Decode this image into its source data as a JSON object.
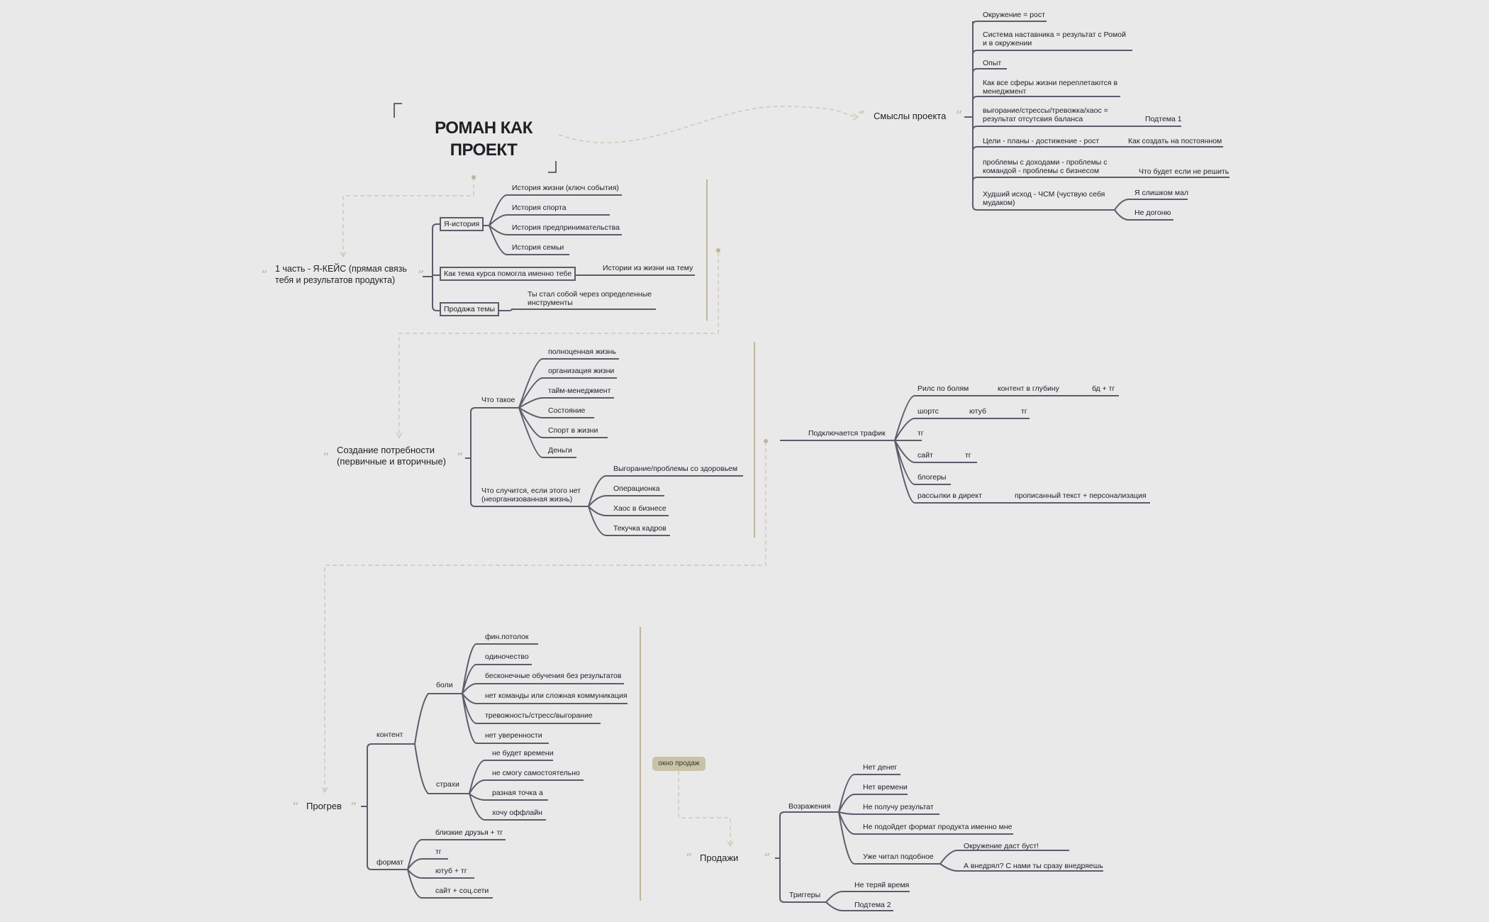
{
  "colors": {
    "background": "#e9e9ea",
    "line": "#5d5c6a",
    "accent_dashed": "#cfcab4",
    "quote": "#bdb69b",
    "pill": "#c9c2a6"
  },
  "title": {
    "line1": "РОМАН КАК",
    "line2": "ПРОЕКТ"
  },
  "meanings": {
    "label": "Смыслы проекта",
    "items": [
      "Окружение = рост",
      "Система наставника = результат с Ромой и в окружении",
      "Опыт",
      "Как все сферы жизни переплетаются в менеджмент",
      "выгорание/стрессы/тревожка/хаос = результат отсутсвия баланса",
      "Цели - планы - достижение - рост",
      "проблемы с доходами - проблемы с командой - проблемы с бизнесом",
      "Худший исход - ЧСМ (чуствую себя мудаком)"
    ],
    "sub1": "Подтема 1",
    "sub2": "Как создать на постоянном",
    "sub3": "Что будет если не решить",
    "sub4a": "Я слишком мал",
    "sub4b": "Не догоню"
  },
  "part1": {
    "label": "1 часть - Я-КЕЙС (прямая связь тебя и результатов продукта)",
    "ya": "Я-история",
    "ya_items": [
      "История жизни (ключ события)",
      "История спорта",
      "История предпринимательства",
      "История семьи"
    ],
    "course": "Как тема курса помогла именно тебе",
    "course_sub": "Истории из жизни на тему",
    "sale": "Продажа темы",
    "sale_sub": "Ты стал собой через определенные инструменты"
  },
  "need": {
    "label": "Создание потребности (первичные и вторичные)",
    "what": "Что такое",
    "what_items": [
      "полноценная жизнь",
      "организация жизни",
      "тайм-менеджмент",
      "Состояние",
      "Спорт в жизни",
      "Деньги"
    ],
    "ifnot": "Что случится, если этого нет (неорганизованная жизнь)",
    "ifnot_items": [
      "Выгорание/проблемы со здоровьем",
      "Операционка",
      "Хаос в бизнесе",
      "Текучка кадров"
    ]
  },
  "traffic": {
    "label": "Подключается трафик",
    "r1": [
      "Рилс по болям",
      "контент в глубину",
      "бд + тг"
    ],
    "r2": [
      "шортс",
      "ютуб",
      "тг"
    ],
    "r3": "тг",
    "r4": [
      "сайт",
      "тг"
    ],
    "r5": "блогеры",
    "r6": [
      "рассылки в директ",
      "прописанный текст + персонализация"
    ]
  },
  "warmup": {
    "label": "Прогрев",
    "content": "контент",
    "pains": "боли",
    "pains_items": [
      "фин.потолок",
      "одиночество",
      "бесконечные обучения без результатов",
      "нет команды или сложная коммуникация",
      "тревожность/стресс/выгорание",
      "нет уверенности"
    ],
    "fears": "страхи",
    "fears_items": [
      "не будет времени",
      "не смогу самостоятельно",
      "разная точка а",
      "хочу оффлайн"
    ],
    "format": "формат",
    "format_items": [
      "близкие друзья + тг",
      "тг",
      "ютуб + тг",
      "сайт + соц.сети"
    ]
  },
  "sales_window": "окно продаж",
  "sales": {
    "label": "Продажи",
    "objections": "Возражения",
    "objections_items": [
      "Нет денег",
      "Нет времени",
      "Не получу результат",
      "Не подойдет формат продукта именно мне",
      "Уже читал подобное"
    ],
    "read_sub": [
      "Окружение даст буст!",
      "А внедрял? С нами ты сразу внедряешь"
    ],
    "triggers": "Триггеры",
    "triggers_items": [
      "Не теряй время",
      "Подтема 2"
    ]
  }
}
